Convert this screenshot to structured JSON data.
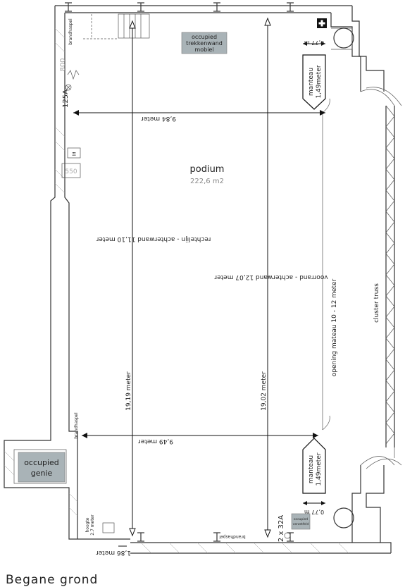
{
  "title": "Begane grond",
  "stage": {
    "name": "podium",
    "area": "222,6 m2"
  },
  "occupied_boxes": {
    "trekkenwand": [
      "occupied",
      "trekkenwand",
      "mobiel"
    ],
    "genie": [
      "occupied",
      "genie"
    ],
    "verzetfeld": [
      "occupied",
      "verzetfeld"
    ]
  },
  "manteau_top": [
    "manteau",
    "1,49meter"
  ],
  "manteau_bottom": [
    "manteau",
    "1,49meter"
  ],
  "dimensions": {
    "width_top": "9,84 meter",
    "width_bottom": "9,49 meter",
    "depth_left": "19,19 meter",
    "depth_right": "19,02 meter",
    "rechtelijn": "rechtelijn - achterwand 11,10 meter",
    "voorrand": "voorrand - achterwand 12,07 meter",
    "opening": "opening mateau 10 - 12 meter",
    "side_top": "0,77 m",
    "side_bottom": "0,77 m",
    "corner": "1,86 meter"
  },
  "labels": {
    "cluster_truss": "cluster truss",
    "power_125": "125A",
    "power_32": "2 x 32A",
    "brandhaspel_1": "brandhaspel",
    "brandhaspel_2": "brandhaspel",
    "brandhaspel_3": "brandhaspel",
    "hoogte": [
      "hoogte",
      "2.7 meter"
    ],
    "num_800": "800",
    "num_550": "550"
  }
}
